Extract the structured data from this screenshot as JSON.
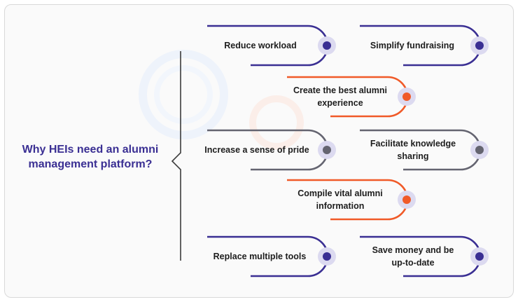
{
  "heading": {
    "line1": "Why HEIs need an alumni",
    "line2": "management platform?"
  },
  "colors": {
    "indigo": "#3a2f93",
    "orange": "#f05a28",
    "gray": "#646470",
    "ring": "#dcdaf0"
  },
  "items": [
    {
      "text": "Reduce workload",
      "color": "indigo"
    },
    {
      "text": "Simplify fundraising",
      "color": "indigo"
    },
    {
      "text": "Create the best alumni experience",
      "color": "orange"
    },
    {
      "text": "Increase a sense of pride",
      "color": "gray"
    },
    {
      "text": "Facilitate knowledge sharing",
      "color": "gray"
    },
    {
      "text": "Compile vital alumni information",
      "color": "orange"
    },
    {
      "text": "Replace multiple tools",
      "color": "indigo"
    },
    {
      "text": "Save money and be up-to-date",
      "color": "indigo"
    }
  ]
}
